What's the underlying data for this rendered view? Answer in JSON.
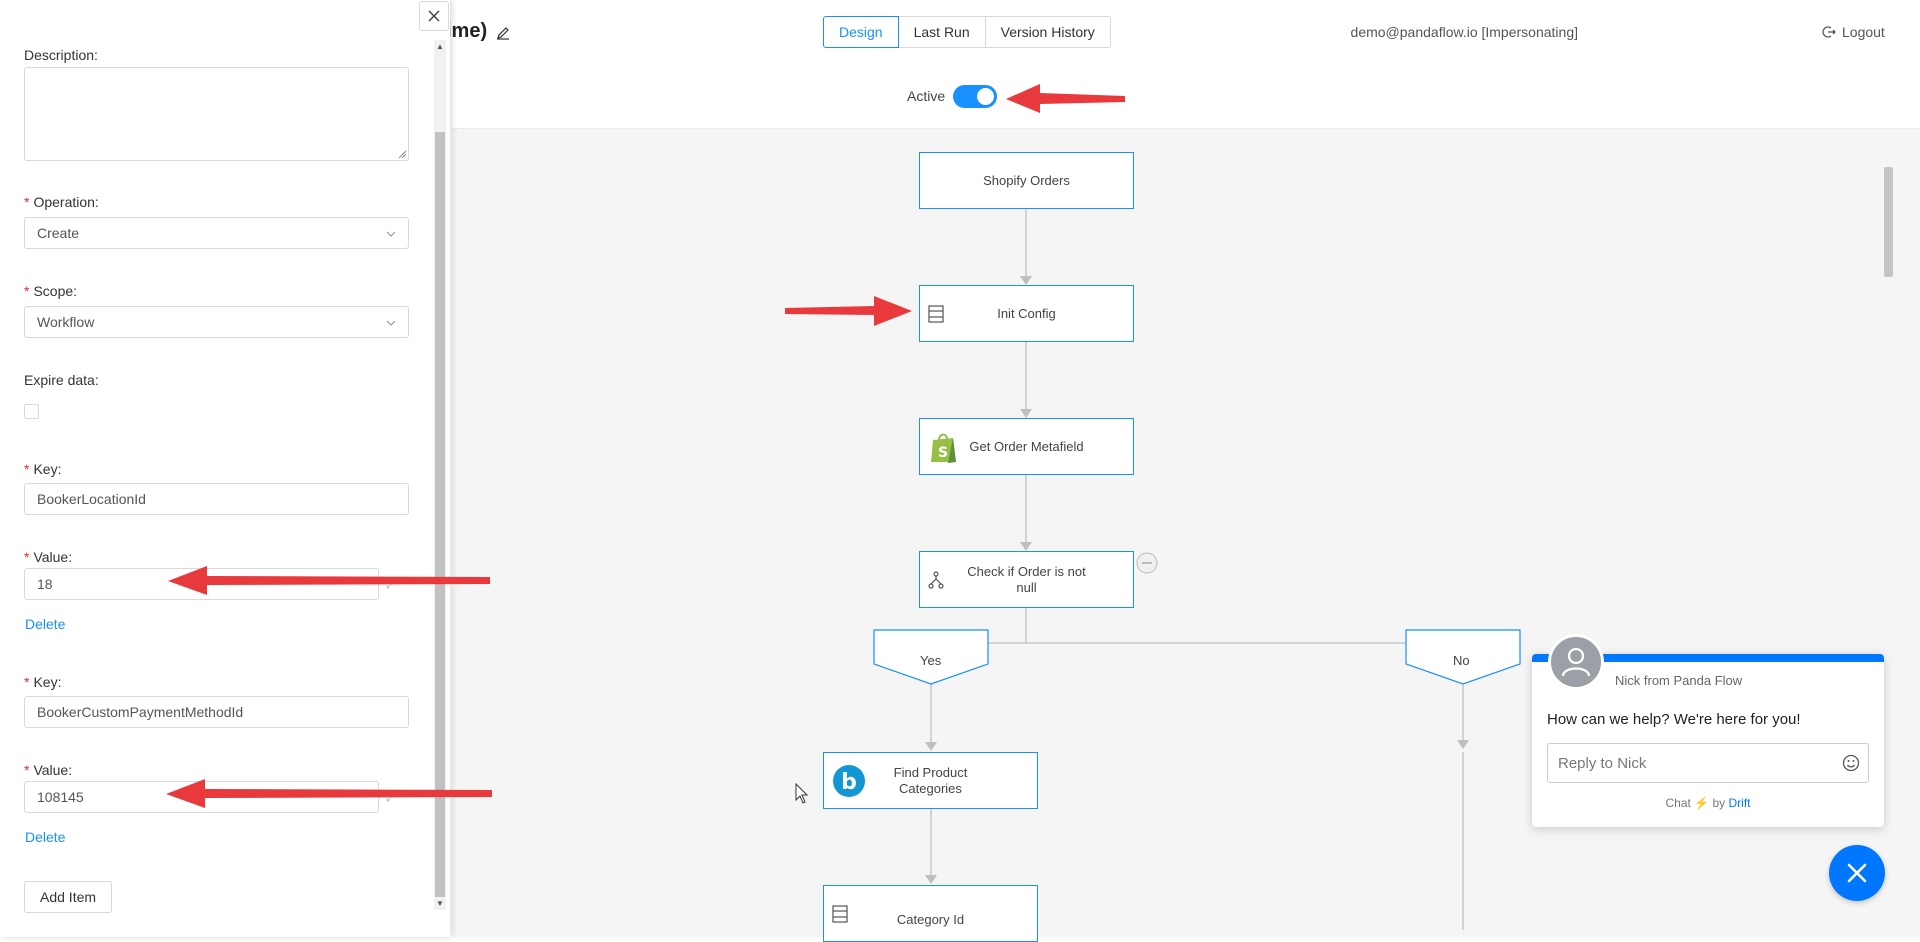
{
  "header": {
    "title_fragment": "ime)",
    "tabs": [
      {
        "label": "Design",
        "active": true
      },
      {
        "label": "Last Run",
        "active": false
      },
      {
        "label": "Version History",
        "active": false
      }
    ],
    "user": "demo@pandaflow.io [Impersonating]",
    "logout_label": "Logout",
    "active_label": "Active",
    "active_on": true
  },
  "flow": {
    "nodes": {
      "shopify_orders": "Shopify Orders",
      "init_config": "Init Config",
      "get_order_metafield": "Get Order Metafield",
      "check_order_line1": "Check if Order is not",
      "check_order_line2": "null",
      "find_product_line1": "Find Product",
      "find_product_line2": "Categories",
      "category_id": "Category Id"
    },
    "branches": {
      "yes": "Yes",
      "no": "No"
    }
  },
  "panel": {
    "description_label": "Description:",
    "operation_label": "Operation:",
    "operation_value": "Create",
    "scope_label": "Scope:",
    "scope_value": "Workflow",
    "expire_label": "Expire data:",
    "expire_checked": false,
    "items": [
      {
        "key_label": "Key:",
        "key_value": "BookerLocationId",
        "value_label": "Value:",
        "value": "18",
        "delete_label": "Delete"
      },
      {
        "key_label": "Key:",
        "key_value": "BookerCustomPaymentMethodId",
        "value_label": "Value:",
        "value": "108145",
        "delete_label": "Delete"
      }
    ],
    "add_item_label": "Add Item"
  },
  "chat": {
    "from": "Nick from Panda Flow",
    "message": "How can we help? We're here for you!",
    "reply_placeholder": "Reply to Nick",
    "powered_chat": "Chat",
    "powered_by": "by",
    "powered_brand": "Drift"
  },
  "colors": {
    "accent": "#1890ff",
    "required": "#f5222d",
    "arrow": "#e8393c",
    "drift": "#0176ff"
  }
}
